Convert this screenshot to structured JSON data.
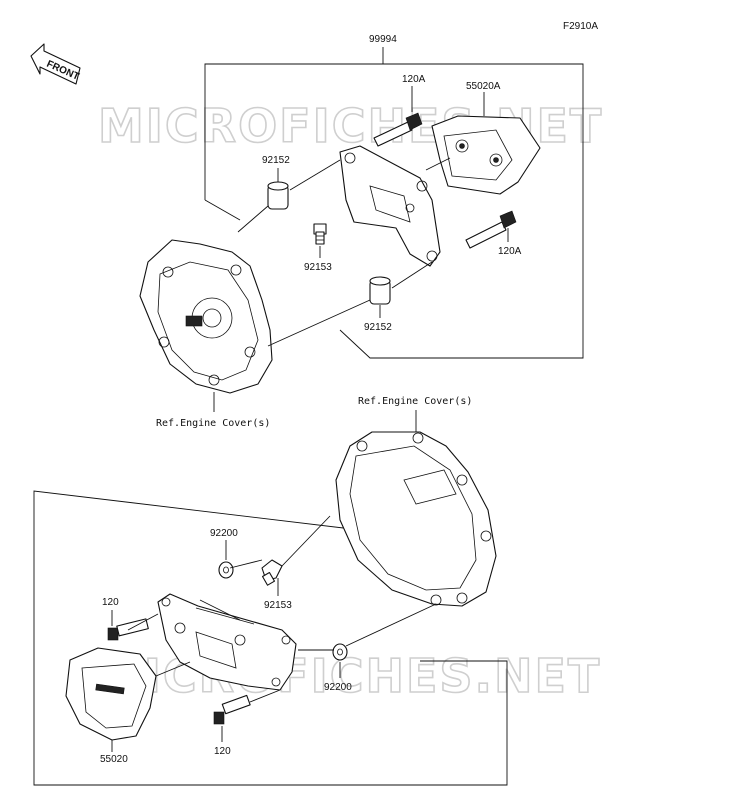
{
  "diagram_code": "F2910A",
  "front_arrow": {
    "label": "FRONT",
    "icon": "front-direction-arrow-icon"
  },
  "watermark": "MICROFICHES.NET",
  "labels": {
    "assembly": "99994",
    "bolt_120a_top": "120A",
    "guard_55020a": "55020A",
    "collar_92152_top": "92152",
    "bolt_92153_top": "92153",
    "bolt_120a_mid": "120A",
    "collar_92152_bottom": "92152",
    "ref_engine_cover_left": "Ref.Engine Cover(s)",
    "ref_engine_cover_right": "Ref.Engine Cover(s)",
    "washer_92200_top": "92200",
    "bolt_92153_bottom": "92153",
    "bolt_120_left": "120",
    "washer_92200_bottom": "92200",
    "guard_55020": "55020",
    "bolt_120_bottom": "120"
  }
}
